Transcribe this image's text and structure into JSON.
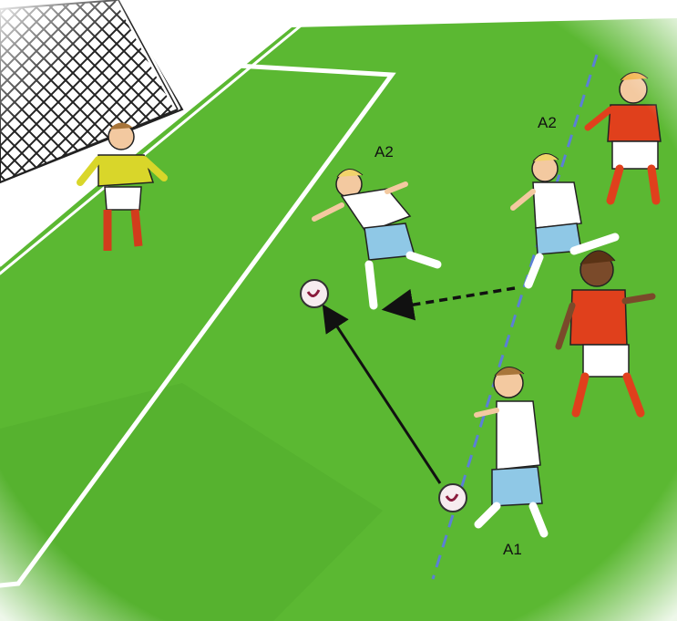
{
  "labels": {
    "attacker_run_top": "A2",
    "attacker_run_mid": "A2",
    "attacker_passer": "A1"
  },
  "colors": {
    "pitch": "#5bb832",
    "pitch_dark": "#4ea62b",
    "line": "#ffffff",
    "offside_line": "#5b7fd6",
    "attack_shirt": "#ffffff",
    "attack_shorts": "#8fc8e6",
    "defend_shirt": "#e0401c",
    "keeper_shirt": "#d9d62a",
    "skin": "#f3c9a0",
    "skin_dark": "#7a4a2a",
    "hair_blond": "#f2d36b",
    "hair_brown": "#a8753a",
    "ball": "#f7ecef",
    "ball_mark": "#8a1b3c",
    "arrow": "#111111"
  },
  "icons": {
    "goal": "goal-net",
    "ball": "football",
    "pass_arrow": "solid-arrow",
    "run_arrow": "dashed-arrow"
  }
}
